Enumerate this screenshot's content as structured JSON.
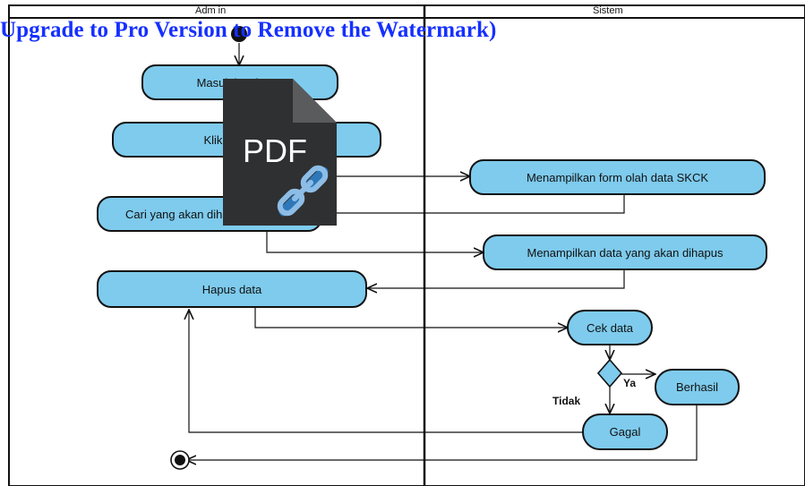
{
  "watermark": "Upgrade to Pro Version to Remove the Watermark)",
  "lanes": [
    {
      "title": "Adm in"
    },
    {
      "title": "Sistem"
    }
  ],
  "activities": [
    {
      "label": "Masuk ke sistem"
    },
    {
      "label": "Klik menu SKCK"
    },
    {
      "label": "Menampilkan form olah data SKCK"
    },
    {
      "label": "Cari yang akan dihapus"
    },
    {
      "label": "Menampilkan data yang akan dihapus"
    },
    {
      "label": "Hapus data"
    },
    {
      "label": "Cek data"
    },
    {
      "label": "Berhasil"
    },
    {
      "label": "Gagal"
    }
  ],
  "guards": {
    "yes": "Ya",
    "no": "Tidak"
  },
  "pdf_icon": {
    "text": "PDF",
    "icon": "pdf-file-link-icon"
  }
}
